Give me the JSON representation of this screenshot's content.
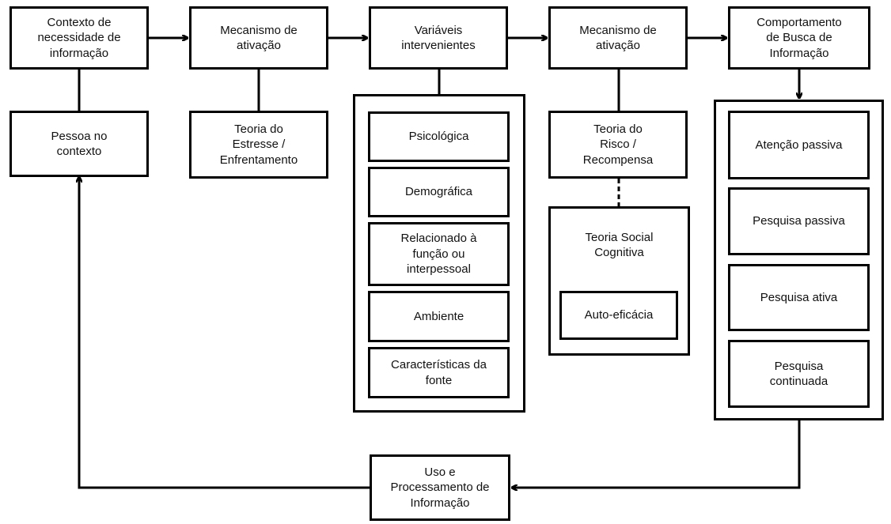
{
  "top_row": {
    "context": "Contexto de\nnecessidade de\ninformação",
    "activation_1": "Mecanismo de\nativação",
    "intervening": "Variáveis\nintervenientes",
    "activation_2": "Mecanismo de\nativação",
    "behavior": "Comportamento\nde Busca de\nInformação"
  },
  "person": "Pessoa no\ncontexto",
  "stress_theory": "Teoria do\nEstresse /\nEnfrentamento",
  "variables": [
    "Psicológica",
    "Demográfica",
    "Relacionado à\nfunção ou\ninterpessoal",
    "Ambiente",
    "Características da\nfonte"
  ],
  "risk_theory": "Teoria do\nRisco /\nRecompensa",
  "social_cognitive": {
    "title": "Teoria Social\nCognitiva",
    "self_efficacy": "Auto-eficácia"
  },
  "search_modes": [
    "Atenção passiva",
    "Pesquisa passiva",
    "Pesquisa ativa",
    "Pesquisa\ncontinuada"
  ],
  "use_processing": "Uso e\nProcessamento de\nInformação"
}
